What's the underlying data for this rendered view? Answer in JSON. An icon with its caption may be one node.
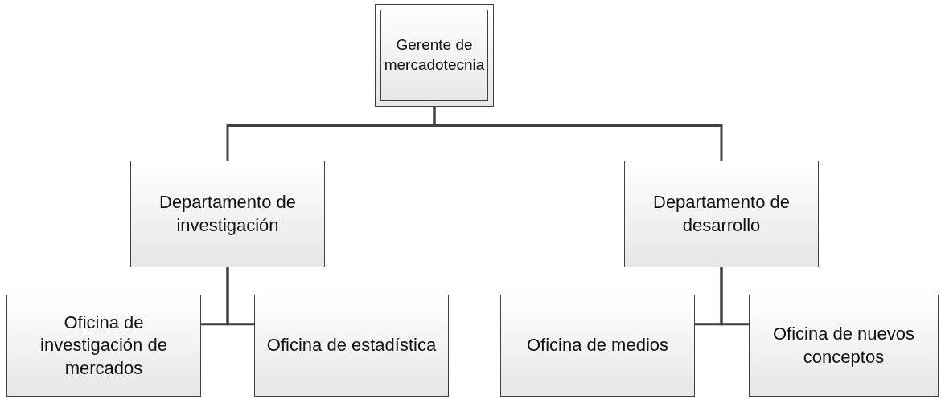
{
  "diagram": {
    "nodes": [
      {
        "text": [
          "Gerente de mercadotecnia"
        ]
      },
      {
        "text": [
          "Departamento de investigación"
        ]
      },
      {
        "text": [
          "Departamento de desarrollo"
        ]
      },
      {
        "text": [
          "Oficina de investigación de mercados"
        ]
      },
      {
        "text": [
          "Oficina de estadística"
        ]
      },
      {
        "text": [
          "Oficina de medios"
        ]
      },
      {
        "text": [
          "Oficina de nuevos conceptos"
        ]
      }
    ],
    "edges": [
      {
        "from": 0,
        "to": 1,
        "arrow": "none"
      },
      {
        "from": 0,
        "to": 2,
        "arrow": "none"
      },
      {
        "from": 1,
        "to": 3,
        "arrow": "none"
      },
      {
        "from": 1,
        "to": 4,
        "arrow": "none"
      },
      {
        "from": 2,
        "to": 5,
        "arrow": "none"
      },
      {
        "from": 2,
        "to": 6,
        "arrow": "none"
      }
    ]
  }
}
